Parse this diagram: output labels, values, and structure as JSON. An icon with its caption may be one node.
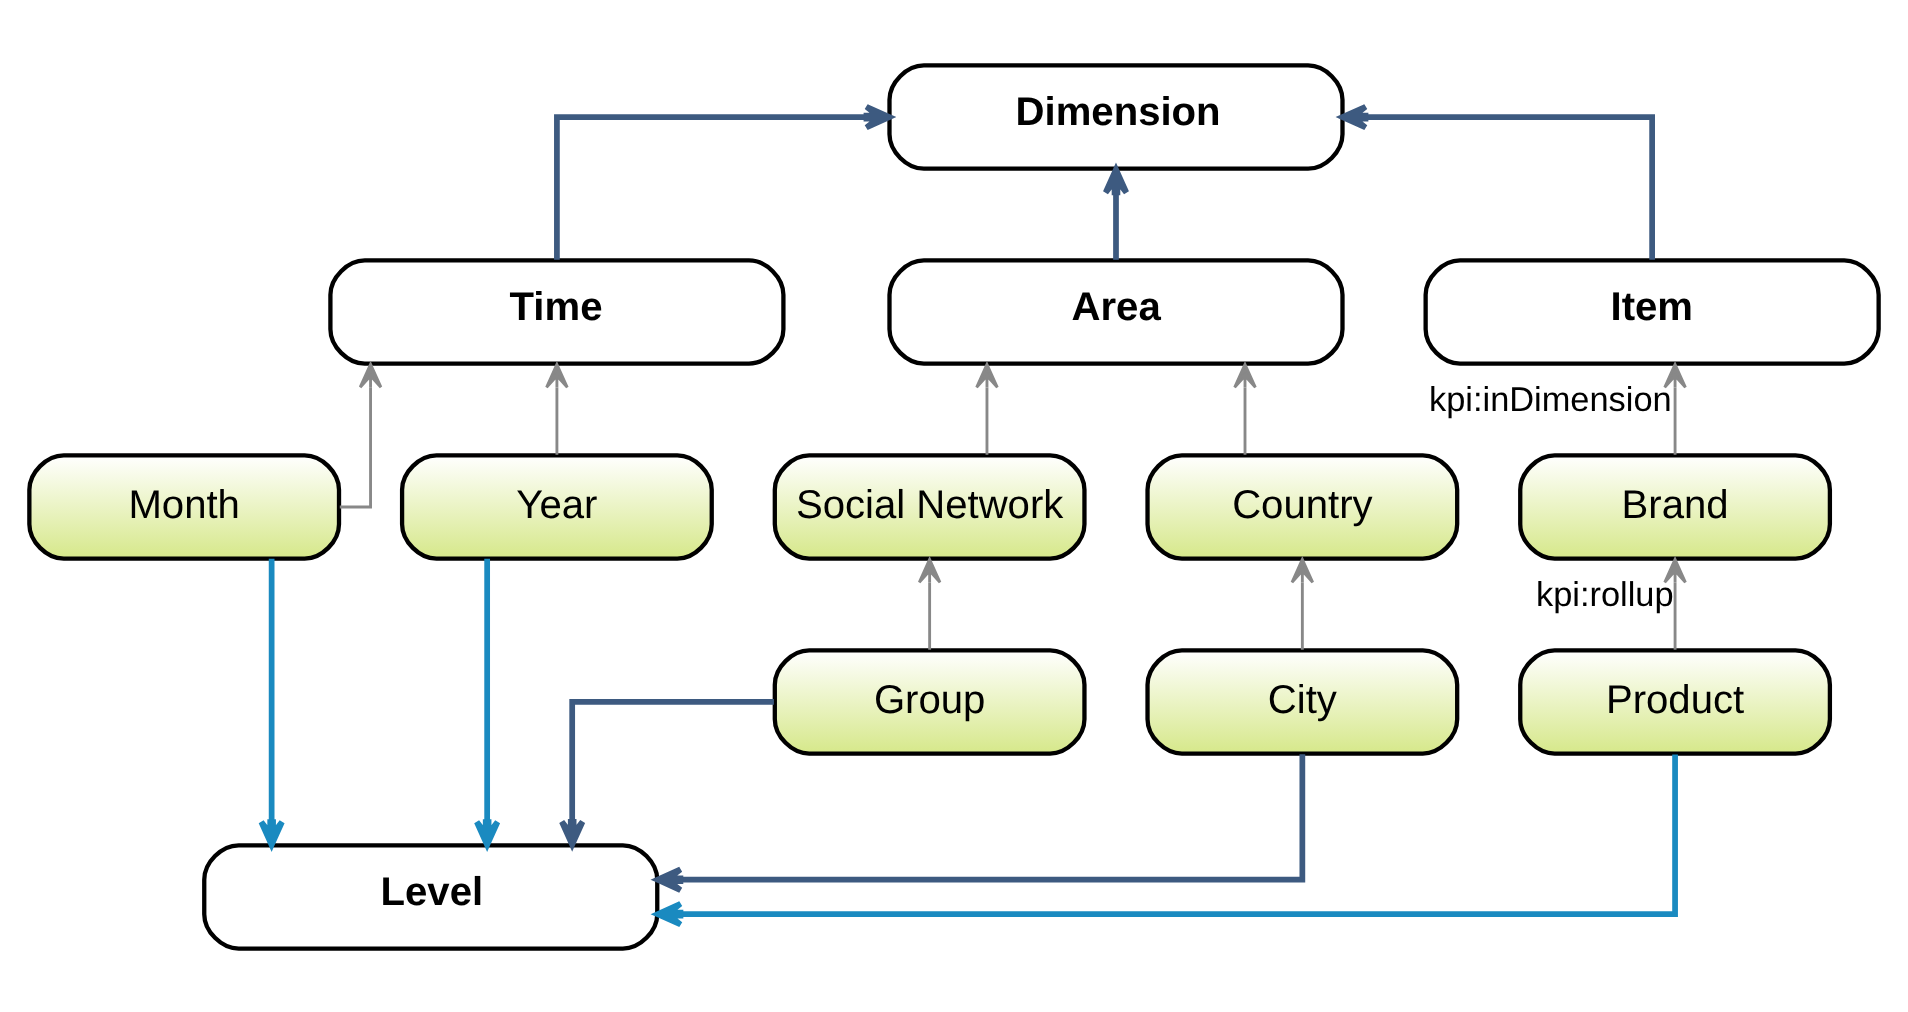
{
  "diagram": {
    "nodes": [
      {
        "text": [
          "Dimension"
        ]
      },
      {
        "text": [
          "Time"
        ]
      },
      {
        "text": [
          "Area"
        ]
      },
      {
        "text": [
          "Item"
        ]
      },
      {
        "text": [
          "Month"
        ]
      },
      {
        "text": [
          "Year"
        ]
      },
      {
        "text": [
          "Social Network"
        ]
      },
      {
        "text": [
          "Country"
        ]
      },
      {
        "text": [
          "Brand"
        ]
      },
      {
        "text": [
          "Group"
        ]
      },
      {
        "text": [
          "City"
        ]
      },
      {
        "text": [
          "Product"
        ]
      },
      {
        "text": [
          "Level"
        ]
      }
    ],
    "edges": [
      {
        "from": 1,
        "to": 0,
        "arrow": "to",
        "color": "#3d5a80"
      },
      {
        "from": 2,
        "to": 0,
        "arrow": "to",
        "color": "#3d5a80"
      },
      {
        "from": 3,
        "to": 0,
        "arrow": "to",
        "color": "#3d5a80"
      },
      {
        "from": 4,
        "to": 1,
        "arrow": "to"
      },
      {
        "from": 5,
        "to": 1,
        "arrow": "to"
      },
      {
        "from": 6,
        "to": 2,
        "arrow": "to"
      },
      {
        "from": 7,
        "to": 2,
        "arrow": "to"
      },
      {
        "from": 8,
        "to": 3,
        "arrow": "to",
        "label": "kpi:inDimension"
      },
      {
        "from": 9,
        "to": 6,
        "arrow": "to"
      },
      {
        "from": 10,
        "to": 7,
        "arrow": "to"
      },
      {
        "from": 11,
        "to": 8,
        "arrow": "to",
        "label": "kpi:rollup"
      },
      {
        "from": 4,
        "to": 12,
        "arrow": "to",
        "color": "#1a8ac0"
      },
      {
        "from": 5,
        "to": 12,
        "arrow": "to",
        "color": "#1a8ac0"
      },
      {
        "from": 9,
        "to": 12,
        "arrow": "to",
        "color": "#3d5a80"
      },
      {
        "from": 10,
        "to": 12,
        "arrow": "to",
        "color": "#3d5a80"
      },
      {
        "from": 11,
        "to": 12,
        "arrow": "to",
        "color": "#1a8ac0"
      }
    ]
  }
}
